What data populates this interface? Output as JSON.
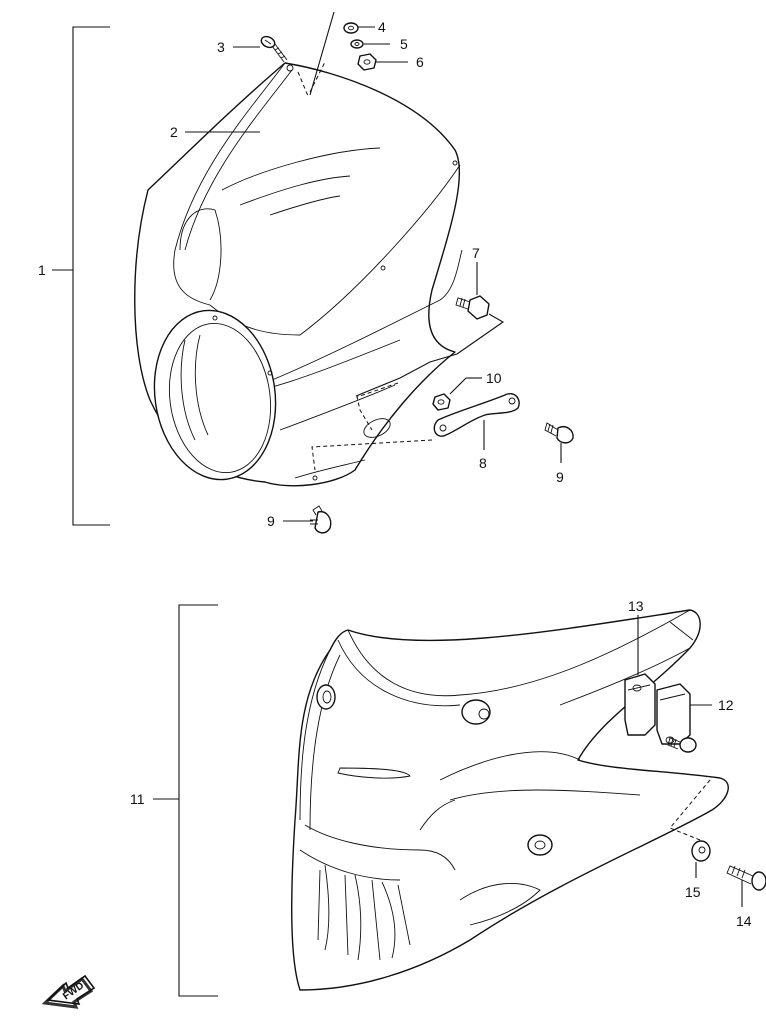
{
  "callouts": {
    "c1": "1",
    "c2": "2",
    "c3": "3",
    "c4": "4",
    "c5": "5",
    "c6": "6",
    "c7": "7",
    "c8": "8",
    "c9a": "9",
    "c9b": "9",
    "c10": "10",
    "c11": "11",
    "c12": "12",
    "c13": "13",
    "c14": "14",
    "c15": "15"
  },
  "fwd_badge": "FWD"
}
